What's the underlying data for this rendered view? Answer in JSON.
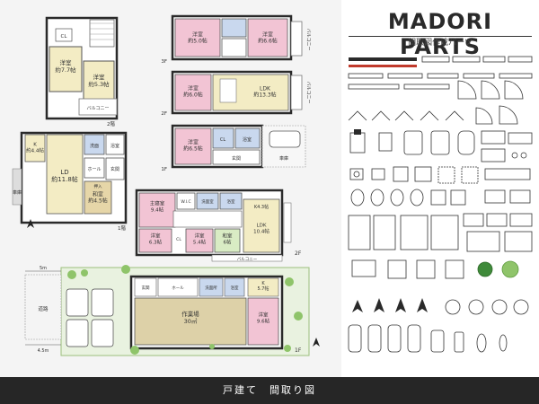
{
  "header": {
    "title": "MADORI PARTS",
    "subtitle": "間取図作成パーツ"
  },
  "footer": {
    "caption": "戸建て　間取り図"
  },
  "house_a": {
    "rooms": {
      "western_77": "洋室\n約7.7帖",
      "western_53": "洋室\n約5.3帖",
      "balcony": "バルコニー",
      "cl": "CL",
      "floor": "2階",
      "kitchen": "K\n約4.4帖",
      "ld": "LD\n約11.8帖",
      "japanese": "和室\n約4.5帖",
      "storage": "押入",
      "entrance": "玄関",
      "hall": "ホール",
      "garage": "車庫",
      "floor1": "1階",
      "wash": "洗面",
      "bath": "浴室"
    }
  },
  "house_b": {
    "rooms": {
      "r1": "洋室\n約5.0帖",
      "r2": "洋室\n約6.6帖",
      "balc3": "バルコニー",
      "f3": "3F",
      "r3": "洋室\n約6.0帖",
      "ldk": "LDK\n約13.3帖",
      "balc2": "バルコニー",
      "f2": "2F",
      "r4": "洋室\n約6.5帖",
      "f1": "1F",
      "cl": "CL",
      "bath": "浴室",
      "entrance": "玄関",
      "garage": "車庫"
    }
  },
  "house_c": {
    "rooms": {
      "master": "主寝室\n9.4帖",
      "wic": "W.I.C",
      "r63": "洋室\n6.3帖",
      "r54": "洋室\n5.4帖",
      "jp": "和室\n6帖",
      "ldk": "LDK\n10.4帖",
      "k": "K4.3帖",
      "balc": "バルコニー",
      "f2": "2F",
      "cl": "CL",
      "bath": "浴室",
      "wash": "洗面室"
    }
  },
  "house_d": {
    "rooms": {
      "dim5": "5m",
      "dim45": "4.5m",
      "road": "道路",
      "workshop": "作業場\n30㎡",
      "entrance": "玄関",
      "k57": "K\n5.7帖",
      "western96": "洋室\n9.6帖",
      "f1": "1F",
      "hall": "ホール",
      "wash": "洗面所",
      "bath": "浴室"
    }
  },
  "palette": {
    "pink": "#f2c4d4",
    "beige": "#f3ecc4",
    "blue": "#c9d8ee",
    "tan": "#ddd1a8",
    "wood": "#e6d6a8",
    "green": "#8fc46a",
    "wall": "#2a2a2a",
    "footer": "#262626"
  }
}
